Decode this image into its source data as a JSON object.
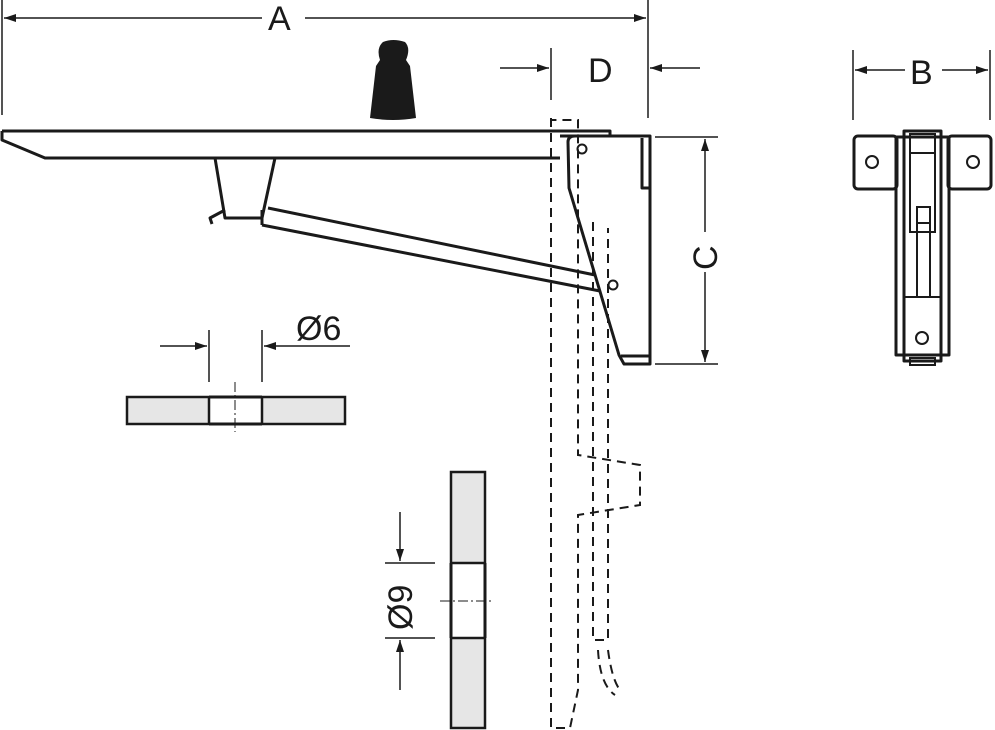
{
  "dimensions": {
    "a": "A",
    "b": "B",
    "c": "C",
    "d": "D",
    "hole_small": "Ø6",
    "hole_large": "Ø9"
  },
  "colors": {
    "line": "#1a1a1a",
    "section_fill": "#e6e6e6"
  }
}
